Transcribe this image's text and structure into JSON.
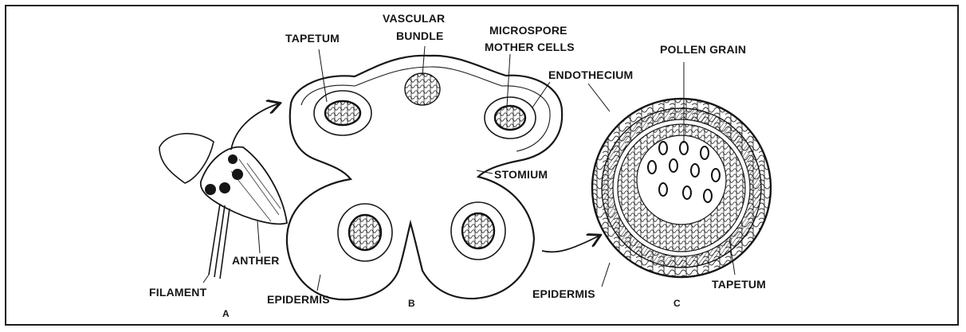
{
  "labels": {
    "tapetum_b": "TAPETUM",
    "vascular_line1": "VASCULAR",
    "vascular_line2": "BUNDLE",
    "microspore_line1": "MICROSPORE",
    "microspore_line2": "MOTHER CELLS",
    "pollen_grain": "POLLEN GRAIN",
    "endothecium": "ENDOTHECIUM",
    "stomium": "STOMIUM",
    "anther": "ANTHER",
    "filament": "FILAMENT",
    "epidermis_b": "EPIDERMIS",
    "epidermis_c": "EPIDERMIS",
    "tapetum_c": "TAPETUM"
  },
  "panels": {
    "a": "A",
    "b": "B",
    "c": "C"
  },
  "colors": {
    "ink": "#171717",
    "background": "#ffffff"
  }
}
